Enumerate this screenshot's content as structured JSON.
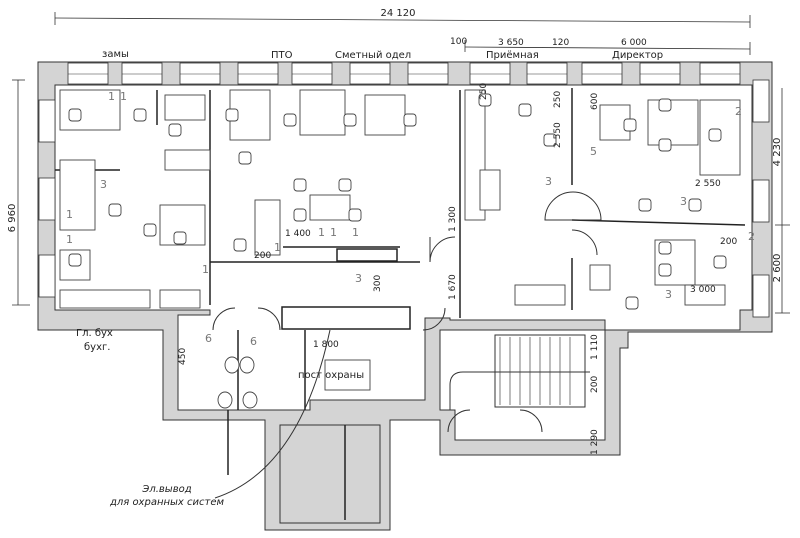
{
  "plan": {
    "overall_width": "24 120",
    "top_dims": [
      "100",
      "3 650",
      "120",
      "6 000"
    ],
    "left_height": "6 960",
    "right_dims": [
      "4 230",
      "2 600"
    ],
    "rooms": {
      "deputies": "замы",
      "pto": "ПТО",
      "estimates": "Сметный одел",
      "reception": "Приёмная",
      "director": "Директор",
      "chief_accountant": "Гл. бух",
      "accounting": "бухг.",
      "security_post": "пост охраны"
    },
    "interior_dims": [
      "250",
      "2 550",
      "250",
      "600",
      "2 550",
      "200",
      "3 000",
      "1 400",
      "200",
      "300",
      "1 300",
      "1 670",
      "1 800",
      "450",
      "1 110",
      "200",
      "1 290"
    ],
    "room_markers": [
      "1",
      "1",
      "1",
      "1",
      "3",
      "1",
      "1",
      "1",
      "1",
      "1",
      "3",
      "5",
      "2",
      "3",
      "2",
      "3",
      "6",
      "6",
      "3"
    ],
    "annotation": {
      "line1": "Эл.вывод",
      "line2": "для охранных систем"
    }
  }
}
